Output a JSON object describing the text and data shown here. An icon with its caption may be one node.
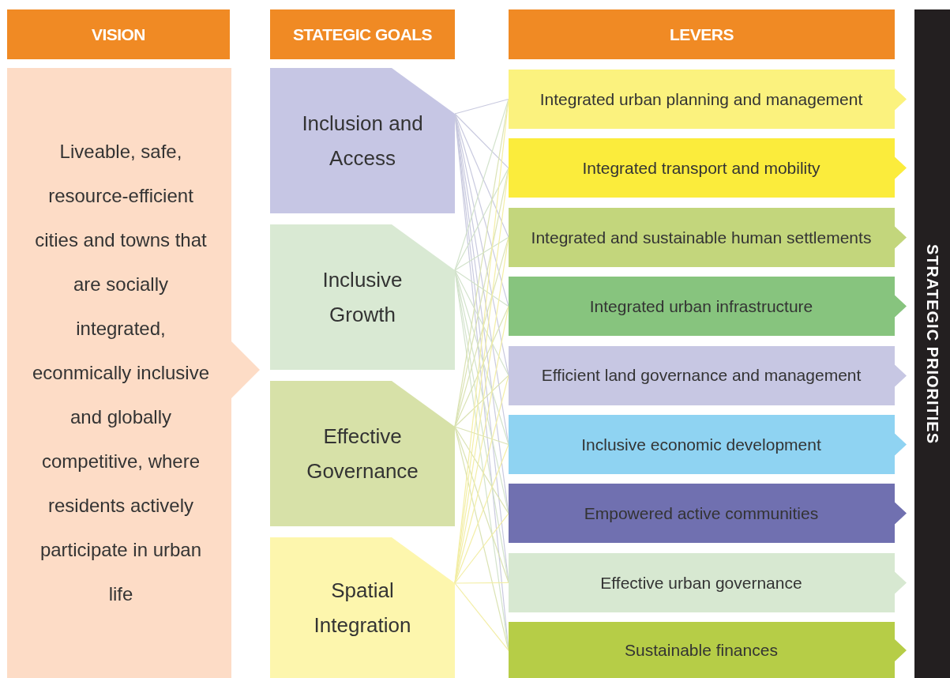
{
  "diagram": {
    "nodes": [
      {
        "text": [
          "VISION"
        ]
      },
      {
        "text": [
          "STATEGIC GOALS"
        ]
      },
      {
        "text": [
          "LEVERS"
        ]
      },
      {
        "text": [
          "Liveable, safe, resource-efficient cities and towns that are socially integrated, econmically inclusive and globally competitive, where residents actively participate in urban life"
        ]
      },
      {
        "text": [
          "Inclusion and Access"
        ]
      },
      {
        "text": [
          "Inclusive Growth"
        ]
      },
      {
        "text": [
          "Effective Governance"
        ]
      },
      {
        "text": [
          "Spatial Integration"
        ]
      },
      {
        "text": [
          "Integrated urban planning and management"
        ]
      },
      {
        "text": [
          "Integrated transport and mobility"
        ]
      },
      {
        "text": [
          "Integrated and sustainable human settlements"
        ]
      },
      {
        "text": [
          "Integrated urban infrastructure"
        ]
      },
      {
        "text": [
          "Efficient land governance and management"
        ]
      },
      {
        "text": [
          "Inclusive economic development"
        ]
      },
      {
        "text": [
          "Empowered active communities"
        ]
      },
      {
        "text": [
          "Effective urban governance"
        ]
      },
      {
        "text": [
          "Sustainable finances"
        ]
      },
      {
        "text": [
          "STRATEGIC PRIORITIES"
        ]
      }
    ],
    "edges": [
      {
        "from": 4,
        "to": 8,
        "arrow": "none",
        "color": "#c9cadf"
      },
      {
        "from": 4,
        "to": 9,
        "arrow": "none",
        "color": "#c9cadf"
      },
      {
        "from": 4,
        "to": 10,
        "arrow": "none",
        "color": "#c9cadf"
      },
      {
        "from": 4,
        "to": 11,
        "arrow": "none",
        "color": "#c9cadf"
      },
      {
        "from": 4,
        "to": 12,
        "arrow": "none",
        "color": "#c9cadf"
      },
      {
        "from": 4,
        "to": 13,
        "arrow": "none",
        "color": "#c9cadf"
      },
      {
        "from": 4,
        "to": 14,
        "arrow": "none",
        "color": "#c9cadf"
      },
      {
        "from": 4,
        "to": 15,
        "arrow": "none",
        "color": "#c9cadf"
      },
      {
        "from": 4,
        "to": 16,
        "arrow": "none",
        "color": "#c9cadf"
      },
      {
        "from": 5,
        "to": 8,
        "arrow": "none",
        "color": "#d3e3cc"
      },
      {
        "from": 5,
        "to": 9,
        "arrow": "none",
        "color": "#d3e3cc"
      },
      {
        "from": 5,
        "to": 10,
        "arrow": "none",
        "color": "#d3e3cc"
      },
      {
        "from": 5,
        "to": 11,
        "arrow": "none",
        "color": "#d3e3cc"
      },
      {
        "from": 5,
        "to": 12,
        "arrow": "none",
        "color": "#d3e3cc"
      },
      {
        "from": 5,
        "to": 13,
        "arrow": "none",
        "color": "#d3e3cc"
      },
      {
        "from": 5,
        "to": 14,
        "arrow": "none",
        "color": "#d3e3cc"
      },
      {
        "from": 5,
        "to": 15,
        "arrow": "none",
        "color": "#d3e3cc"
      },
      {
        "from": 5,
        "to": 16,
        "arrow": "none",
        "color": "#d3e3cc"
      },
      {
        "from": 6,
        "to": 8,
        "arrow": "none",
        "color": "#dbe3b4"
      },
      {
        "from": 6,
        "to": 9,
        "arrow": "none",
        "color": "#dbe3b4"
      },
      {
        "from": 6,
        "to": 10,
        "arrow": "none",
        "color": "#dbe3b4"
      },
      {
        "from": 6,
        "to": 11,
        "arrow": "none",
        "color": "#dbe3b4"
      },
      {
        "from": 6,
        "to": 12,
        "arrow": "none",
        "color": "#dbe3b4"
      },
      {
        "from": 6,
        "to": 13,
        "arrow": "none",
        "color": "#dbe3b4"
      },
      {
        "from": 6,
        "to": 14,
        "arrow": "none",
        "color": "#dbe3b4"
      },
      {
        "from": 6,
        "to": 15,
        "arrow": "none",
        "color": "#dbe3b4"
      },
      {
        "from": 6,
        "to": 16,
        "arrow": "none",
        "color": "#dbe3b4"
      },
      {
        "from": 7,
        "to": 8,
        "arrow": "none",
        "color": "#f3eea6"
      },
      {
        "from": 7,
        "to": 9,
        "arrow": "none",
        "color": "#f3eea6"
      },
      {
        "from": 7,
        "to": 10,
        "arrow": "none",
        "color": "#f3eea6"
      },
      {
        "from": 7,
        "to": 11,
        "arrow": "none",
        "color": "#f3eea6"
      },
      {
        "from": 7,
        "to": 12,
        "arrow": "none",
        "color": "#f3eea6"
      },
      {
        "from": 7,
        "to": 13,
        "arrow": "none",
        "color": "#f3eea6"
      },
      {
        "from": 7,
        "to": 14,
        "arrow": "none",
        "color": "#f3eea6"
      },
      {
        "from": 7,
        "to": 15,
        "arrow": "none",
        "color": "#f3eea6"
      },
      {
        "from": 7,
        "to": 16,
        "arrow": "none",
        "color": "#f3eea6"
      }
    ]
  }
}
